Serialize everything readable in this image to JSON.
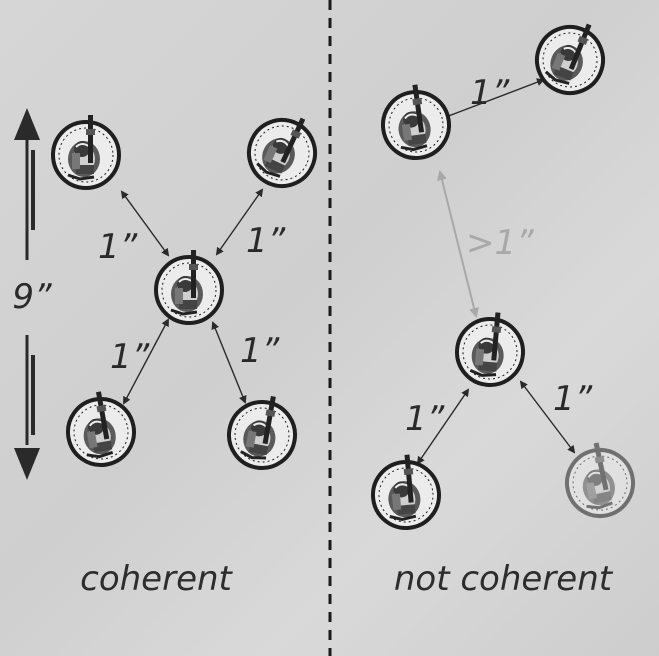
{
  "labels": {
    "height": "9”",
    "one_inch": "1”",
    "more_than": ">1”"
  },
  "captions": {
    "left": "coherent",
    "right": "not coherent"
  },
  "colors": {
    "background": "#d3d3d3",
    "ink": "#2a2a2a",
    "faded": "#a8a8a8",
    "divider": "#1a1a1a"
  },
  "icons": [
    "soldier-miniature-icon"
  ]
}
